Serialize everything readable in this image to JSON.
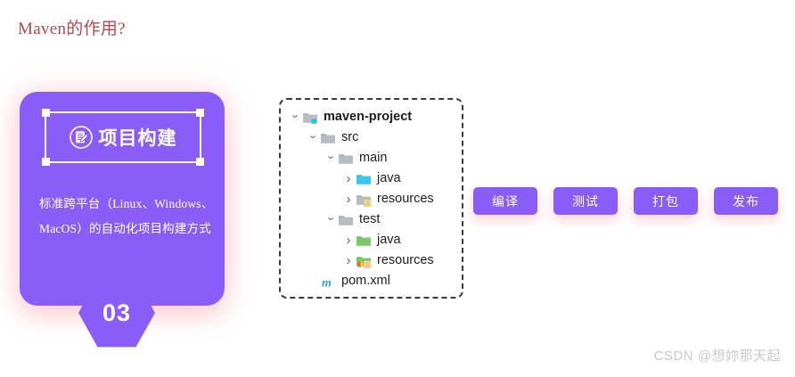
{
  "page": {
    "title": "Maven的作用?",
    "title_color": "#b5474f",
    "background": "#ffffff",
    "accent_purple": "#8a5df8"
  },
  "feature_card": {
    "icon": "document-pen-icon",
    "heading": "项目构建",
    "body": "标准跨平台（Linux、Windows、MacOS）的自动化项目构建方式",
    "badge_number": "03"
  },
  "file_tree": {
    "nodes": [
      {
        "label": "maven-project",
        "indent": 0,
        "chevron": "down",
        "icon": "folder-module-icon",
        "bold": true
      },
      {
        "label": "src",
        "indent": 1,
        "chevron": "down",
        "icon": "folder-gray-icon",
        "bold": false
      },
      {
        "label": "main",
        "indent": 2,
        "chevron": "down",
        "icon": "folder-gray-icon",
        "bold": false
      },
      {
        "label": "java",
        "indent": 3,
        "chevron": "right",
        "icon": "folder-cyan-icon",
        "bold": false
      },
      {
        "label": "resources",
        "indent": 3,
        "chevron": "right",
        "icon": "folder-resources-icon",
        "bold": false
      },
      {
        "label": "test",
        "indent": 2,
        "chevron": "down",
        "icon": "folder-gray-icon",
        "bold": false
      },
      {
        "label": "java",
        "indent": 3,
        "chevron": "right",
        "icon": "folder-green-icon",
        "bold": false
      },
      {
        "label": "resources",
        "indent": 3,
        "chevron": "right",
        "icon": "folder-test-resources-icon",
        "bold": false
      },
      {
        "label": "pom.xml",
        "indent": 1,
        "chevron": "none",
        "icon": "maven-file-icon",
        "bold": false
      }
    ]
  },
  "actions": {
    "buttons": [
      {
        "label": "编译"
      },
      {
        "label": "测试"
      },
      {
        "label": "打包"
      },
      {
        "label": "发布"
      }
    ]
  },
  "watermark": {
    "text": "CSDN @想妳那天起"
  }
}
